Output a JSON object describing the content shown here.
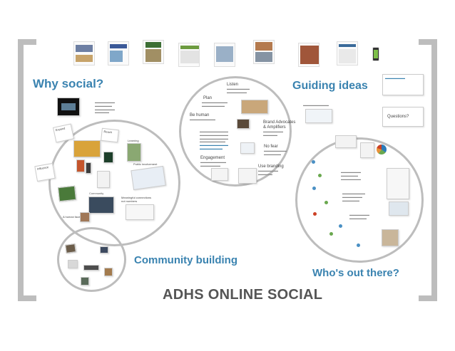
{
  "sections": {
    "why_social": "Why social?",
    "guiding_ideas": "Guiding ideas",
    "community_building": "Community building",
    "whos_out_there": "Who's out there?"
  },
  "footer_title": "ADHS ONLINE SOCIAL",
  "center_circle": {
    "listen": "Listen",
    "plan": "Plan",
    "be_human": "Be human",
    "brand_advocates": "Brand Advocates",
    "amplifiers": "& Amplifiers",
    "no_fear": "No fear",
    "engagement": "Engagement",
    "use_branding": "Use branding"
  },
  "left_circle": {
    "expand": "Expand",
    "reach": "Reach",
    "influence": "Influence",
    "learning": "Learning",
    "public_involvement": "Public involvement",
    "meaningful_connections": "Meaningful connections",
    "not_numbers": "not numbers",
    "a_human_face": "A human face"
  },
  "right_panel": {
    "questions": "Questions?"
  },
  "colors": {
    "accent": "#3a83b0",
    "frame": "#bdbdbd",
    "footer": "#555555"
  }
}
